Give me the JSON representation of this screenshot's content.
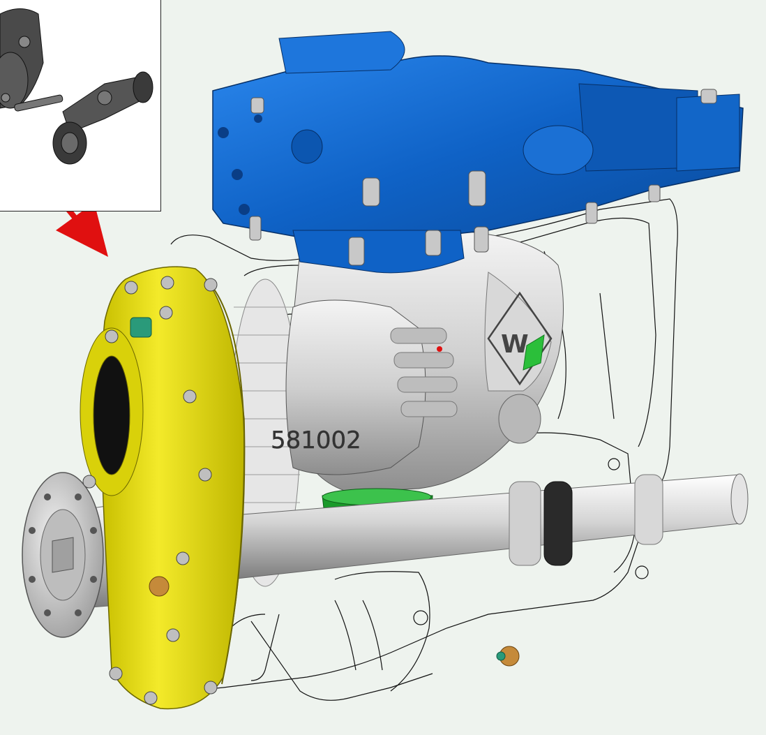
{
  "part_number_label": "581002",
  "logo_letter": "W",
  "colors": {
    "background": "#eef3ee",
    "housing_blue": "#1064c8",
    "cover_yellow": "#e8e010",
    "seal_green": "#1a9a2a",
    "shaft_gray": "#c8c8c8",
    "arrow_red": "#e01010"
  },
  "inset": {
    "description_icon": "vehicle-drivetrain-thumbnail"
  }
}
